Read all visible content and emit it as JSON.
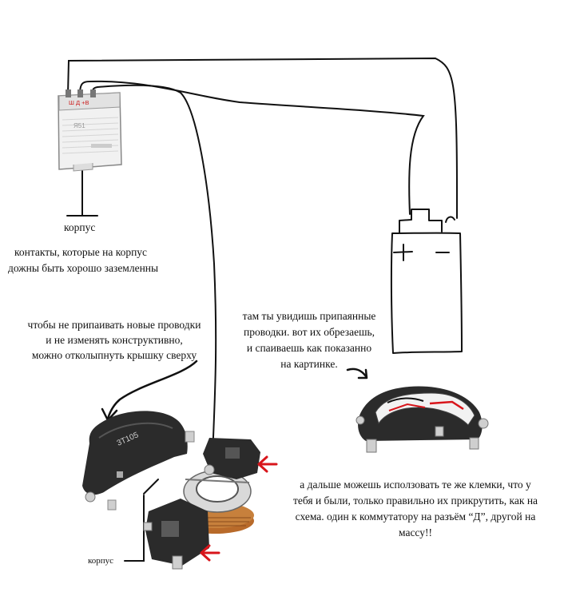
{
  "labels": {
    "ground_top": "корпус",
    "contacts_line1": "контакты, которые на корпус",
    "contacts_line2": "дожны быть хорошо заземленны",
    "cover_line1": "чтобы не припаивать новые проводки",
    "cover_line2": "и не изменять конструктивно,",
    "cover_line3": "можно отколыпнуть крышку сверху",
    "solder_line1": "там ты увидишь припаянные",
    "solder_line2": "проводки. вот их обрезаешь,",
    "solder_line3": "и спаиваешь как показанно",
    "solder_line4": "на картинке.",
    "terminals_line1": "а дальше можешь исползовать те же клемки, что у",
    "terminals_line2": "тебя и были, только правильно их прикрутить, как на",
    "terminals_line3": "схема. один к коммутатору на разъём “Д”, другой на",
    "terminals_line4": "массу!!",
    "ground_bottom": "корпус"
  },
  "regulator": {
    "terminal_text": "Ш Д +В",
    "model": "Я51"
  },
  "coil": {
    "plus_symbol": "+",
    "minus_symbol": "–"
  },
  "module": {
    "code": "3T105"
  },
  "colors": {
    "wire": "#111111",
    "arrow_red": "#d8151b",
    "module_body": "#2b2b2b",
    "copper_coil": "#b86a2a"
  }
}
